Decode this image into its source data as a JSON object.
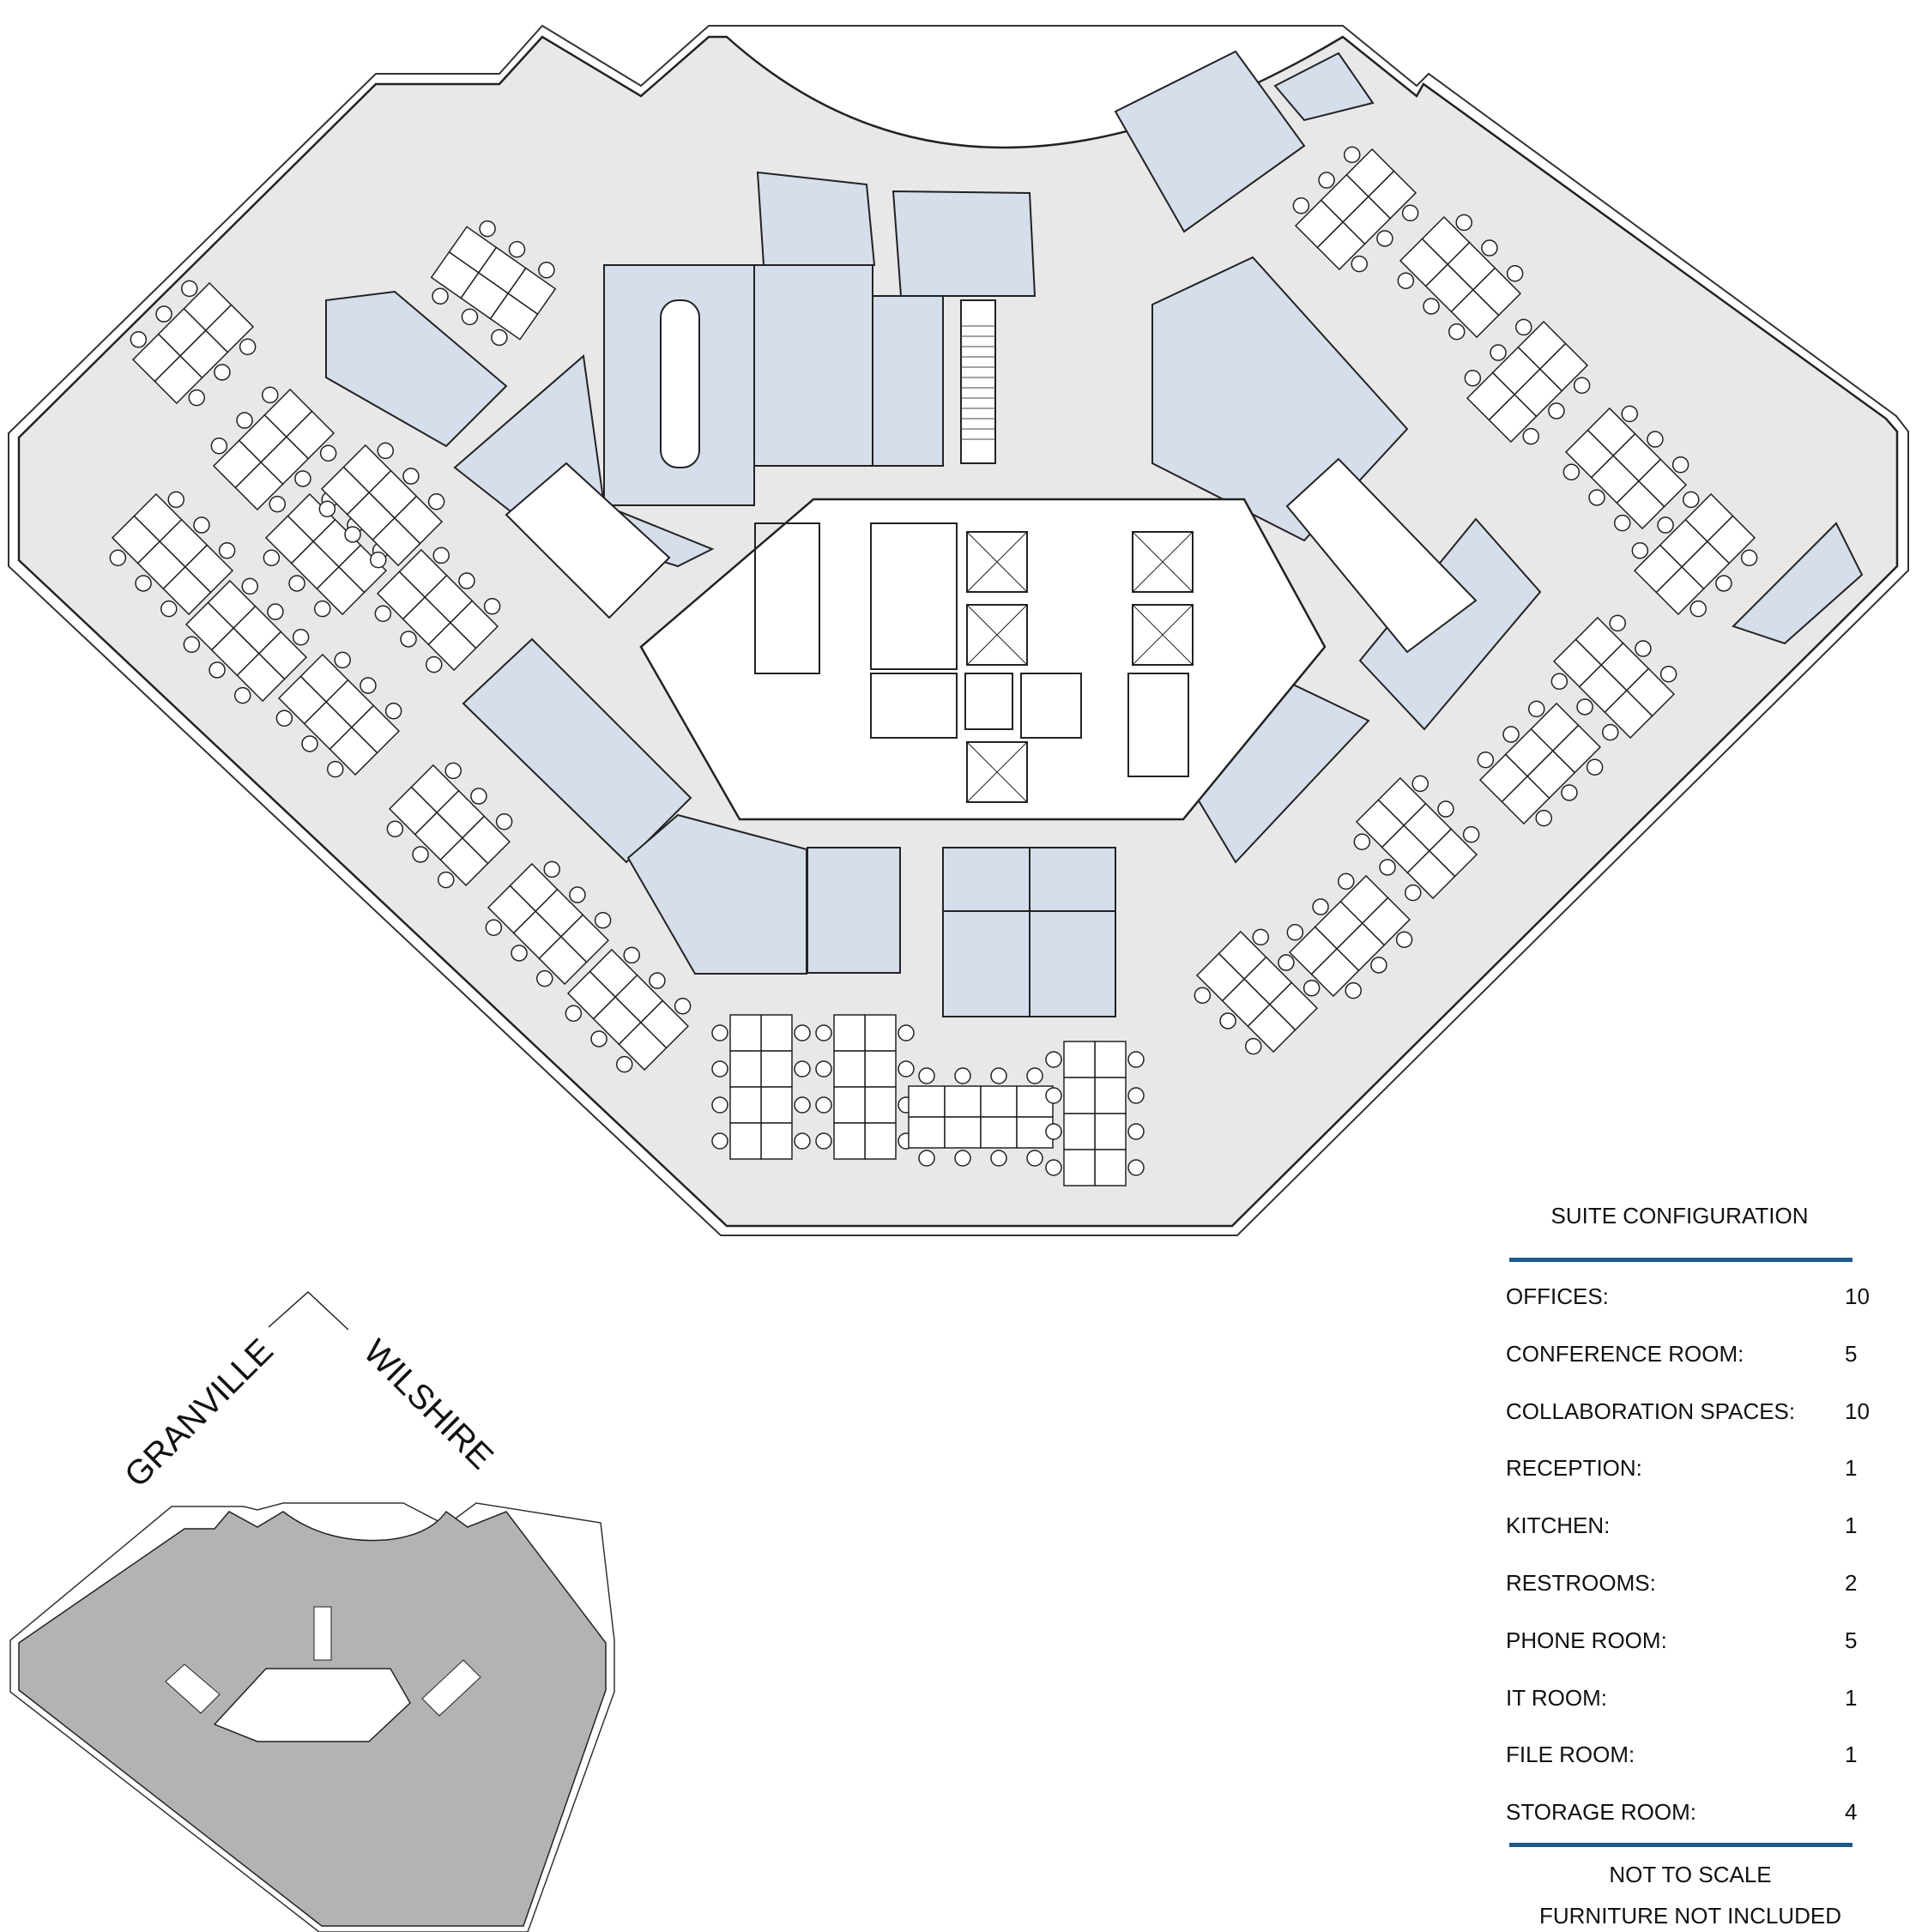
{
  "legend": {
    "title": "SUITE CONFIGURATION",
    "items": [
      {
        "label": "OFFICES:",
        "value": "10"
      },
      {
        "label": "CONFERENCE ROOM:",
        "value": "5"
      },
      {
        "label": "COLLABORATION SPACES:",
        "value": "10"
      },
      {
        "label": "RECEPTION:",
        "value": "1"
      },
      {
        "label": "KITCHEN:",
        "value": "1"
      },
      {
        "label": "RESTROOMS:",
        "value": "2"
      },
      {
        "label": "PHONE ROOM:",
        "value": "5"
      },
      {
        "label": "IT ROOM:",
        "value": "1"
      },
      {
        "label": "FILE ROOM:",
        "value": "1"
      },
      {
        "label": "STORAGE ROOM:",
        "value": "4"
      }
    ],
    "notes": [
      "NOT TO SCALE",
      "FURNITURE NOT INCLUDED"
    ],
    "rule_color": "#1f5a8c"
  },
  "key_plan": {
    "streets": [
      "GRANVILLE",
      "WILSHIRE"
    ],
    "fill_color": "#b3b3b3"
  },
  "floor_plan": {
    "floor_color": "#e8e8e8",
    "room_color": "#d5deea"
  }
}
